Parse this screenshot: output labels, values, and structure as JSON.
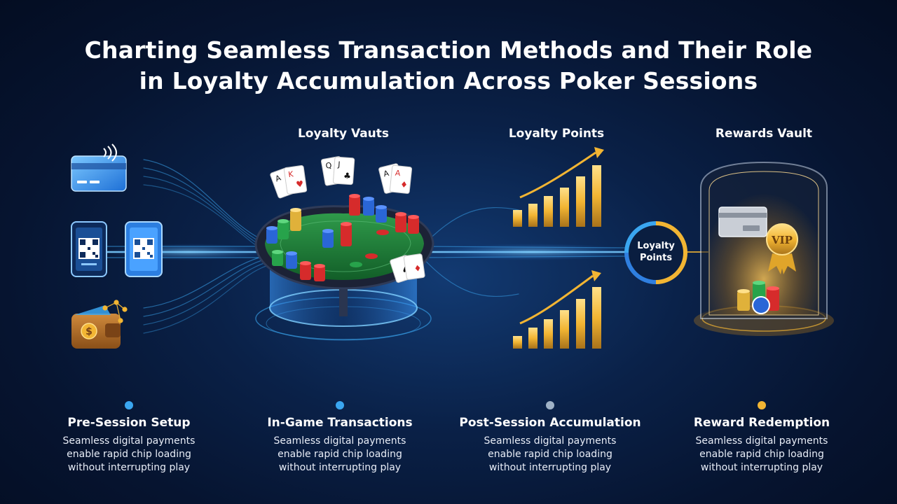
{
  "title": {
    "line1": "Charting Seamless Transaction Methods and Their Role",
    "line2": "in Loyalty Accumulation Across Poker Sessions"
  },
  "columns": {
    "vaults_label": "Loyalty Vauts",
    "points_label": "Loyalty Points",
    "rewards_label": "Rewards Vault"
  },
  "ring": {
    "line1": "Loyalty",
    "line2": "Points"
  },
  "vip_badge": "VIP",
  "payment_methods": [
    "contactless-card-icon",
    "qr-code-phone-icon",
    "qr-code-tablet-icon",
    "crypto-wallet-icon"
  ],
  "colors": {
    "accent_blue": "#35a8ff",
    "gold": "#f2b533",
    "background": "#061430"
  },
  "timeline": [
    {
      "title": "Pre-Session Setup",
      "desc1": "Seamless digital payments",
      "desc2": "enable rapid chip loading",
      "desc3": "without interrupting play"
    },
    {
      "title": "In-Game Transactions",
      "desc1": "Seamless digital payments",
      "desc2": "enable rapid chip loading",
      "desc3": "without interrupting play"
    },
    {
      "title": "Post-Session Accumulation",
      "desc1": "Seamless digital payments",
      "desc2": "enable rapid chip loading",
      "desc3": "without interrupting play"
    },
    {
      "title": "Reward Redemption",
      "desc1": "Seamless digital payments",
      "desc2": "enable rapid chip loading",
      "desc3": "without interrupting play"
    }
  ]
}
